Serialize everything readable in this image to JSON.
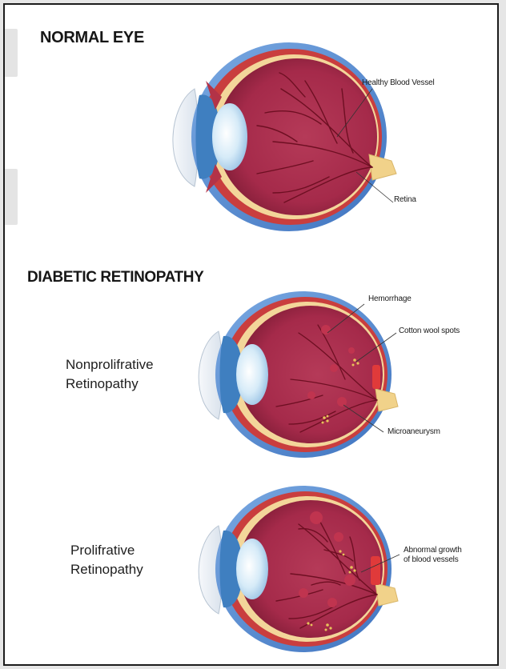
{
  "titles": {
    "normal": "NORMAL EYE",
    "diabetic": "DIABETIC RETINOPATHY"
  },
  "stages": {
    "nonproliferative": {
      "line1": "Nonprolifrative",
      "line2": "Retinopathy"
    },
    "proliferative": {
      "line1": "Prolifrative",
      "line2": "Retinopathy"
    }
  },
  "annotations": {
    "healthy_vessel": "Healthy Blood Vessel",
    "retina": "Retina",
    "hemorrhage": "Hemorrhage",
    "cotton_wool": "Cotton wool spots",
    "microaneurysm": "Microaneurysm",
    "abnormal_growth_line1": "Abnormal growth",
    "abnormal_growth_line2": "of blood vessels"
  },
  "colors": {
    "eye_interior": "#a52a4a",
    "eye_interior_dark": "#7d1c35",
    "sclera_outer": "#5a8fd4",
    "choroid": "#c93e3e",
    "retina_layer": "#f3d69a",
    "lens": "#cfe6f6",
    "cornea": "#eef3f8",
    "vessel": "#6e0f22",
    "optic_nerve": "#f1d28a",
    "spot": "#e8c35a"
  }
}
